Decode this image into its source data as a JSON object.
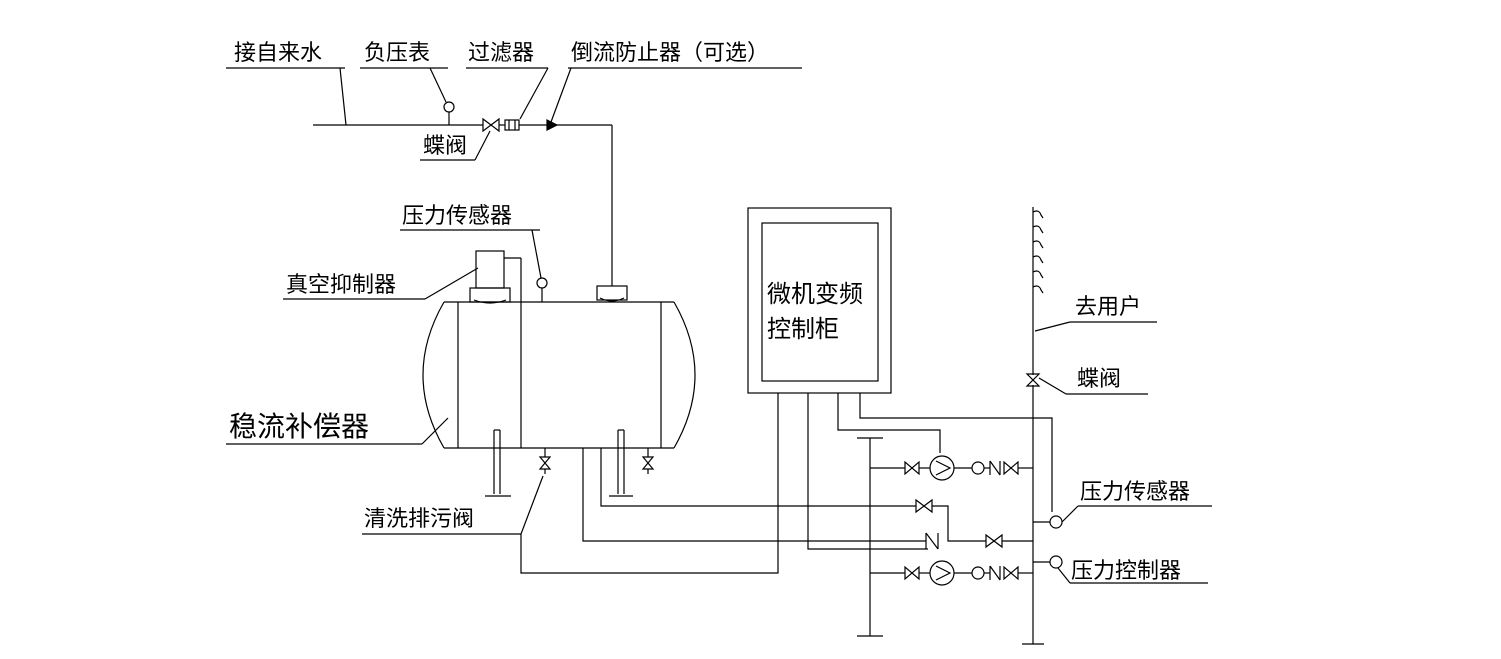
{
  "labels": {
    "tap_water": "接自来水",
    "negative_pressure_gauge": "负压表",
    "filter": "过滤器",
    "backflow_preventer": "倒流防止器（可选）",
    "butterfly_valve_top": "蝶阀",
    "pressure_sensor_tank": "压力传感器",
    "vacuum_suppressor": "真空抑制器",
    "steady_flow_compensator": "稳流补偿器",
    "cleaning_drain_valve": "清洗排污阀",
    "control_cabinet_line1": "微机变频",
    "control_cabinet_line2": "控制柜",
    "to_user": "去用户",
    "butterfly_valve_right": "蝶阀",
    "pressure_sensor_right": "压力传感器",
    "pressure_controller": "压力控制器"
  }
}
